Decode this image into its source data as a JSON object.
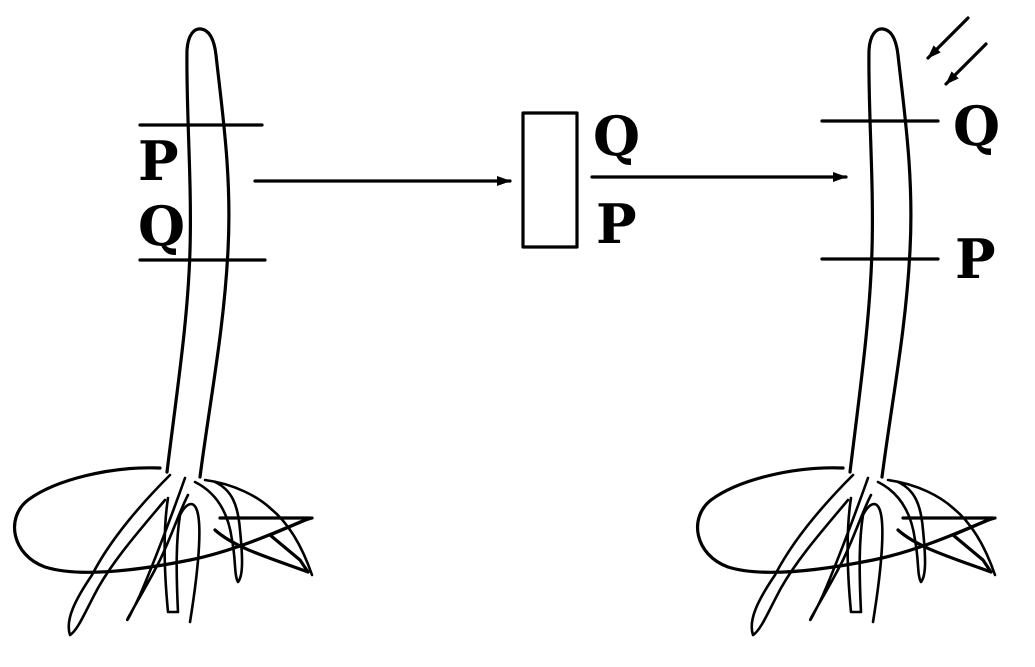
{
  "diagram": {
    "left_seedling": {
      "upper_cut_label": "P",
      "lower_cut_label": "Q"
    },
    "middle_segment": {
      "top_label": "Q",
      "bottom_label": "P"
    },
    "right_seedling": {
      "upper_cut_label": "Q",
      "lower_cut_label": "P",
      "light_arrows_icon": "unilateral-light-arrows"
    },
    "colors": {
      "ink": "#000000",
      "background": "#ffffff"
    }
  }
}
